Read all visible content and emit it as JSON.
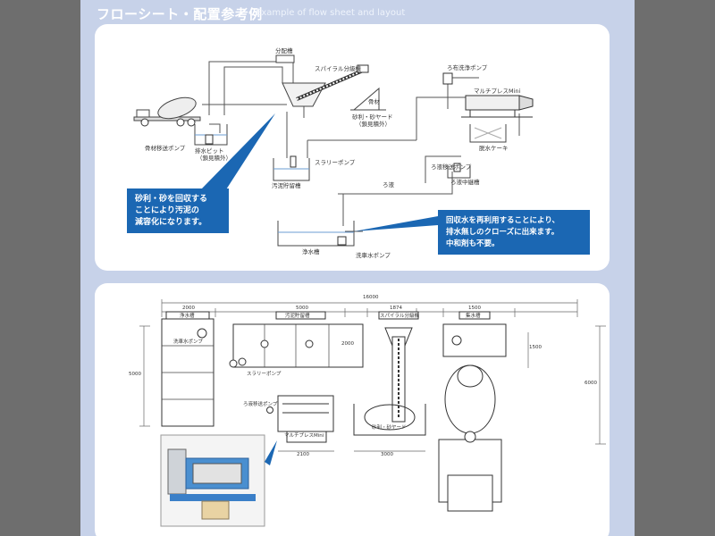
{
  "header": {
    "title": "フローシート・配置参考例",
    "subtitle": "Example of flow sheet and layout"
  },
  "flow_sheet": {
    "labels": {
      "distribution_tank": "分配槽",
      "spiral_classifier": "スパイラル分級機",
      "aggregate": "骨材",
      "gravel_sand_yard": "砂利・砂ヤード",
      "gravel_sand_yard_note": "（鎖見積外）",
      "aggregate_pump": "骨材移送ポンプ",
      "wastewater_pit": "排水ピット",
      "wastewater_pit_note": "（鎖見積外）",
      "slurry_pump": "スラリーポンプ",
      "sludge_tank": "汚泥貯留槽",
      "filter_wash_pump": "ろ布洗浄ポンプ",
      "multi_press": "マルチプレスMini",
      "dewatered_cake": "脱水ケーキ",
      "filtrate_pump": "ろ液移送ポンプ",
      "filtrate_tank": "ろ液中継槽",
      "filtrate": "ろ液",
      "clean_water_tank": "浄水槽",
      "wash_water_pump": "洗車水ポンプ"
    },
    "callout_left": [
      "砂利・砂を回収する",
      "ことにより汚泥の",
      "減容化になります。"
    ],
    "callout_right": [
      "回収水を再利用することにより、",
      "排水無しのクローズに出来ます。",
      "中和剤も不要。"
    ]
  },
  "layout": {
    "dimensions": {
      "total": "16000",
      "d_2000_top": "2000",
      "d_5000_top": "5000",
      "d_1874": "1874",
      "d_1500": "1500",
      "d_5000_left": "5000",
      "d_2000_mid": "2000",
      "d_1500_right": "1500",
      "d_6000": "6000",
      "d_2100": "2100",
      "d_3000": "3000"
    },
    "labels": {
      "clean_water_tank": "浄水槽",
      "sludge_tank": "汚泥貯留槽",
      "spiral_classifier": "スパイラル分級機",
      "wash_tank": "集水槽",
      "wash_pump": "洗車水ポンプ",
      "slurry_pump": "スラリーポンプ",
      "filtrate_pump": "ろ液移送ポンプ",
      "gravel_sand_yard": "砂利・砂ヤード",
      "multi_press": "マルチプレスMini"
    }
  }
}
